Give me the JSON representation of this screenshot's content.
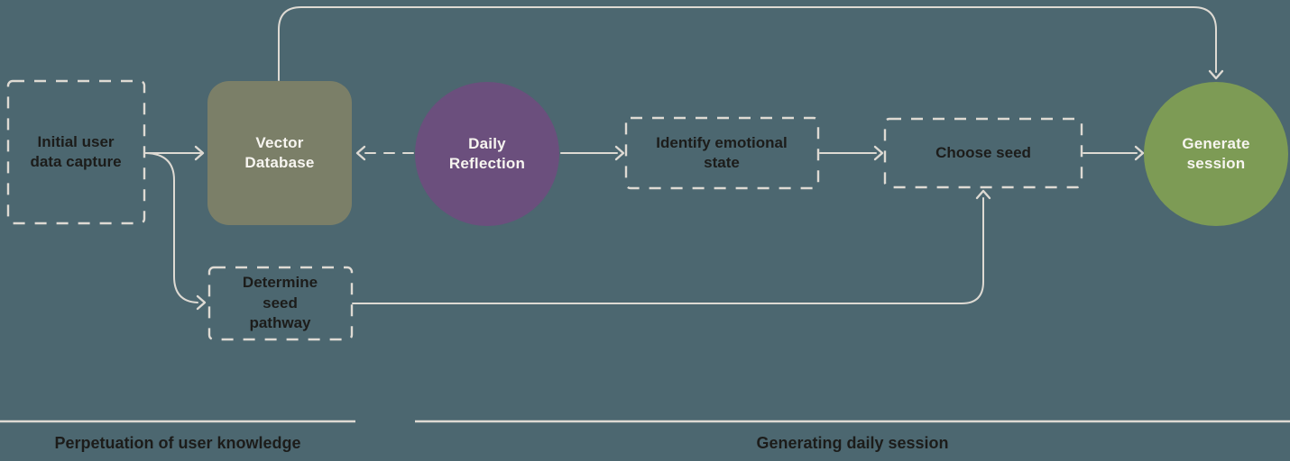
{
  "nodes": {
    "initial_capture": {
      "label": "Initial user\ndata capture",
      "shape": "dashed-box"
    },
    "vector_database": {
      "label": "Vector\nDatabase",
      "shape": "rounded-box"
    },
    "daily_reflection": {
      "label": "Daily\nReflection",
      "shape": "circle"
    },
    "identify_state": {
      "label": "Identify emotional\nstate",
      "shape": "dashed-box"
    },
    "choose_seed": {
      "label": "Choose seed",
      "shape": "dashed-box"
    },
    "generate_session": {
      "label": "Generate\nsession",
      "shape": "circle"
    },
    "determine_pathway": {
      "label": "Determine\nseed\npathway",
      "shape": "dashed-box"
    }
  },
  "sections": {
    "left": {
      "label": "Perpetuation of user knowledge"
    },
    "right": {
      "label": "Generating daily session"
    }
  },
  "colors": {
    "background": "#4c6770",
    "olive_box": "#7b7f68",
    "purple_circle": "#6b4f7d",
    "green_circle": "#7d9b55",
    "line": "#dedad3",
    "text_dark": "#1c1c1a",
    "text_light": "#f7f5f0"
  }
}
